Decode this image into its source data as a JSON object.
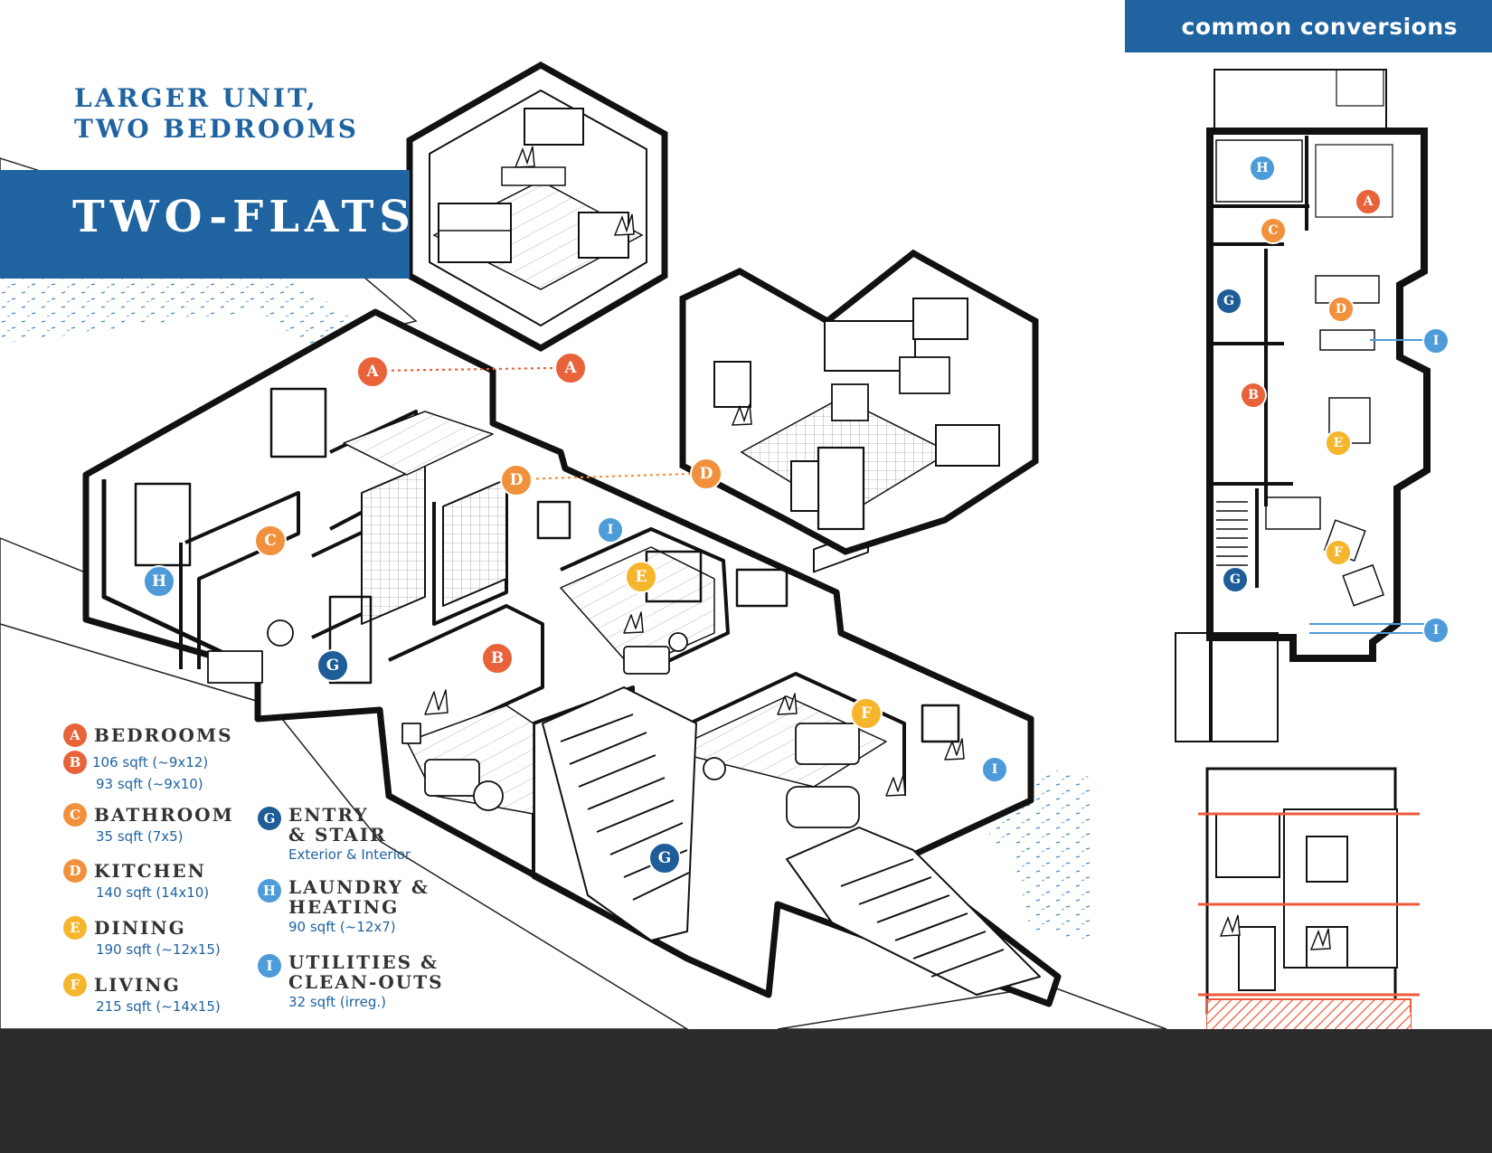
{
  "header_tab": "common conversions",
  "subtitle": [
    "LARGER UNIT,",
    "TWO BEDROOMS"
  ],
  "title": "TWO-FLATS",
  "colors": {
    "brand_blue": "#1f63a0",
    "bedroom": "#e8623a",
    "bathroom": "#f2913d",
    "kitchen": "#f2913d",
    "dining": "#f5b62d",
    "living": "#f5b62d",
    "entry": "#1f5d98",
    "laundry": "#4d9bd8",
    "utilities": "#4d9bd8",
    "ground": "#2e2b2c",
    "elevation_red": "#ee5a3c"
  },
  "legend": [
    {
      "letter": "A",
      "label": "BEDROOMS",
      "details": [],
      "color": "#e8623a"
    },
    {
      "letter": "B",
      "label": "",
      "details": [
        "106 sqft (~9x12)",
        "93 sqft (~9x10)"
      ],
      "color": "#e8623a"
    },
    {
      "letter": "C",
      "label": "BATHROOM",
      "details": [
        "35 sqft (7x5)"
      ],
      "color": "#f2913d"
    },
    {
      "letter": "D",
      "label": "KITCHEN",
      "details": [
        "140 sqft (14x10)"
      ],
      "color": "#f2913d"
    },
    {
      "letter": "E",
      "label": "DINING",
      "details": [
        "190 sqft (~12x15)"
      ],
      "color": "#f5b62d"
    },
    {
      "letter": "F",
      "label": "LIVING",
      "details": [
        "215 sqft (~14x15)"
      ],
      "color": "#f5b62d"
    },
    {
      "letter": "G",
      "label": "ENTRY\n& STAIR",
      "details": [
        "Exterior & Interior"
      ],
      "color": "#1f5d98"
    },
    {
      "letter": "H",
      "label": "LAUNDRY &\nHEATING",
      "details": [
        "90 sqft (~12x7)"
      ],
      "color": "#4d9bd8"
    },
    {
      "letter": "I",
      "label": "UTILITIES &\nCLEAN-OUTS",
      "details": [
        "32 sqft (irreg.)"
      ],
      "color": "#4d9bd8"
    }
  ],
  "markers": {
    "cutaway": [
      "A",
      "A",
      "D",
      "D",
      "C",
      "H",
      "G",
      "I",
      "E",
      "B",
      "F",
      "I",
      "G"
    ],
    "floorplan": [
      "H",
      "A",
      "C",
      "G",
      "D",
      "I",
      "B",
      "E",
      "F",
      "G",
      "I"
    ]
  }
}
